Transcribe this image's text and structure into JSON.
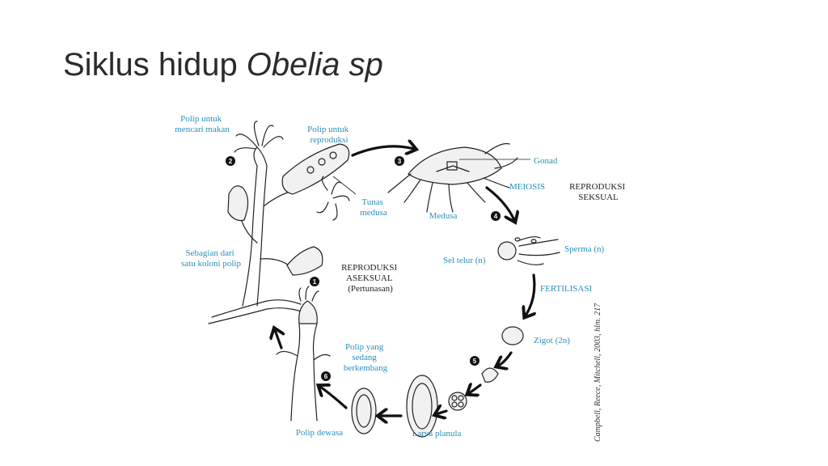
{
  "title": {
    "plain": "Siklus hidup ",
    "italic": "Obelia sp"
  },
  "labels": {
    "polip_makan": [
      "Polip untuk",
      "mencari makan"
    ],
    "polip_reproduksi": [
      "Polip untuk",
      "reproduksi"
    ],
    "tunas_medusa": [
      "Tunas",
      "medusa"
    ],
    "medusa": "Medusa",
    "gonad": "Gonad",
    "meiosis": "MEIOSIS",
    "reproduksi_seksual": [
      "REPRODUKSI",
      "SEKSUAL"
    ],
    "sel_telur": "Sel telur (n)",
    "sperma": "Sperma (n)",
    "fertilisasi": "FERTILISASI",
    "zigot": "Zigot (2n)",
    "larva_planula": "Larva planula",
    "polip_dewasa": "Polip dewasa",
    "polip_berkembang": [
      "Polip yang",
      "sedang",
      "berkembang"
    ],
    "koloni": [
      "Sebagian dari",
      "satu koloni polip"
    ],
    "reproduksi_aseksual": [
      "REPRODUKSI",
      "ASEKSUAL",
      "(Pertunasan)"
    ],
    "credit": "Campbell, Reece, Mitchell, 2003, hlm. 217"
  },
  "steps": [
    "1",
    "2",
    "3",
    "4",
    "5",
    "6"
  ]
}
